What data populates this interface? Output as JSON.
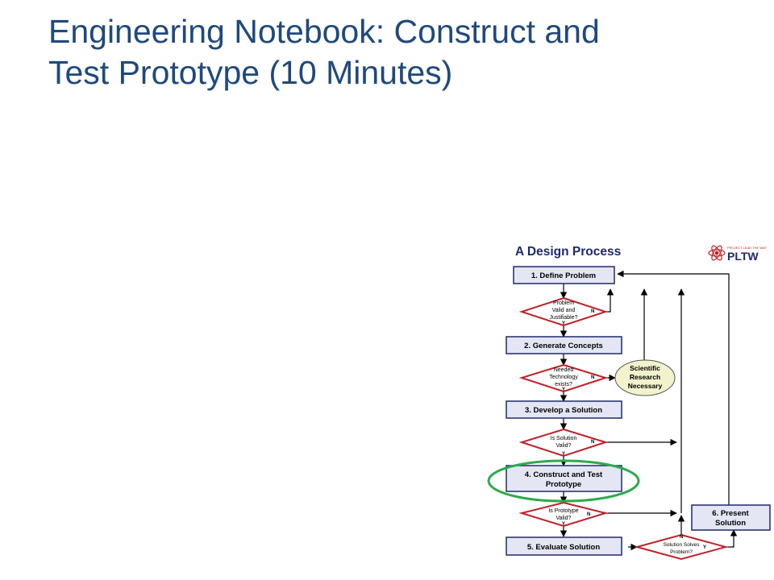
{
  "slide": {
    "title_line1": "Engineering Notebook: Construct and",
    "title_line2": "Test Prototype (10 Minutes)"
  },
  "diagram": {
    "heading": "A Design Process",
    "logo_text": "PLTW",
    "logo_tagline": "PROJECT LEAD THE WAY",
    "steps": {
      "define": "1. Define Problem",
      "generate": "2. Generate Concepts",
      "develop": "3. Develop a Solution",
      "construct_line1": "4. Construct and Test",
      "construct_line2": "Prototype",
      "evaluate": "5. Evaluate Solution",
      "present_line1": "6. Present",
      "present_line2": "Solution"
    },
    "decisions": {
      "d1_line1": "Problem",
      "d1_line2": "Valid and",
      "d1_line3": "Justifiable?",
      "d2_line1": "Needed",
      "d2_line2": "Technology",
      "d2_line3": "exists?",
      "d3_line1": "Is  Solution",
      "d3_line2": "Valid?",
      "d4_line1": "Is  Prototype",
      "d4_line2": "Valid?",
      "d5_line1": "Solution Solves",
      "d5_line2": "Problem?"
    },
    "research": {
      "line1": "Scientific",
      "line2": "Research",
      "line3": "Necessary"
    },
    "yes_label": "Y",
    "no_label": "N",
    "colors": {
      "box_fill": "#e4e6f4",
      "box_stroke": "#1f2a6b",
      "diamond_stroke": "#c0202a",
      "research_fill": "#f2f2cc",
      "highlight": "#2eaa4a",
      "title": "#1f497d",
      "logo_red": "#c0202a",
      "logo_blue": "#1f2a6b"
    }
  }
}
